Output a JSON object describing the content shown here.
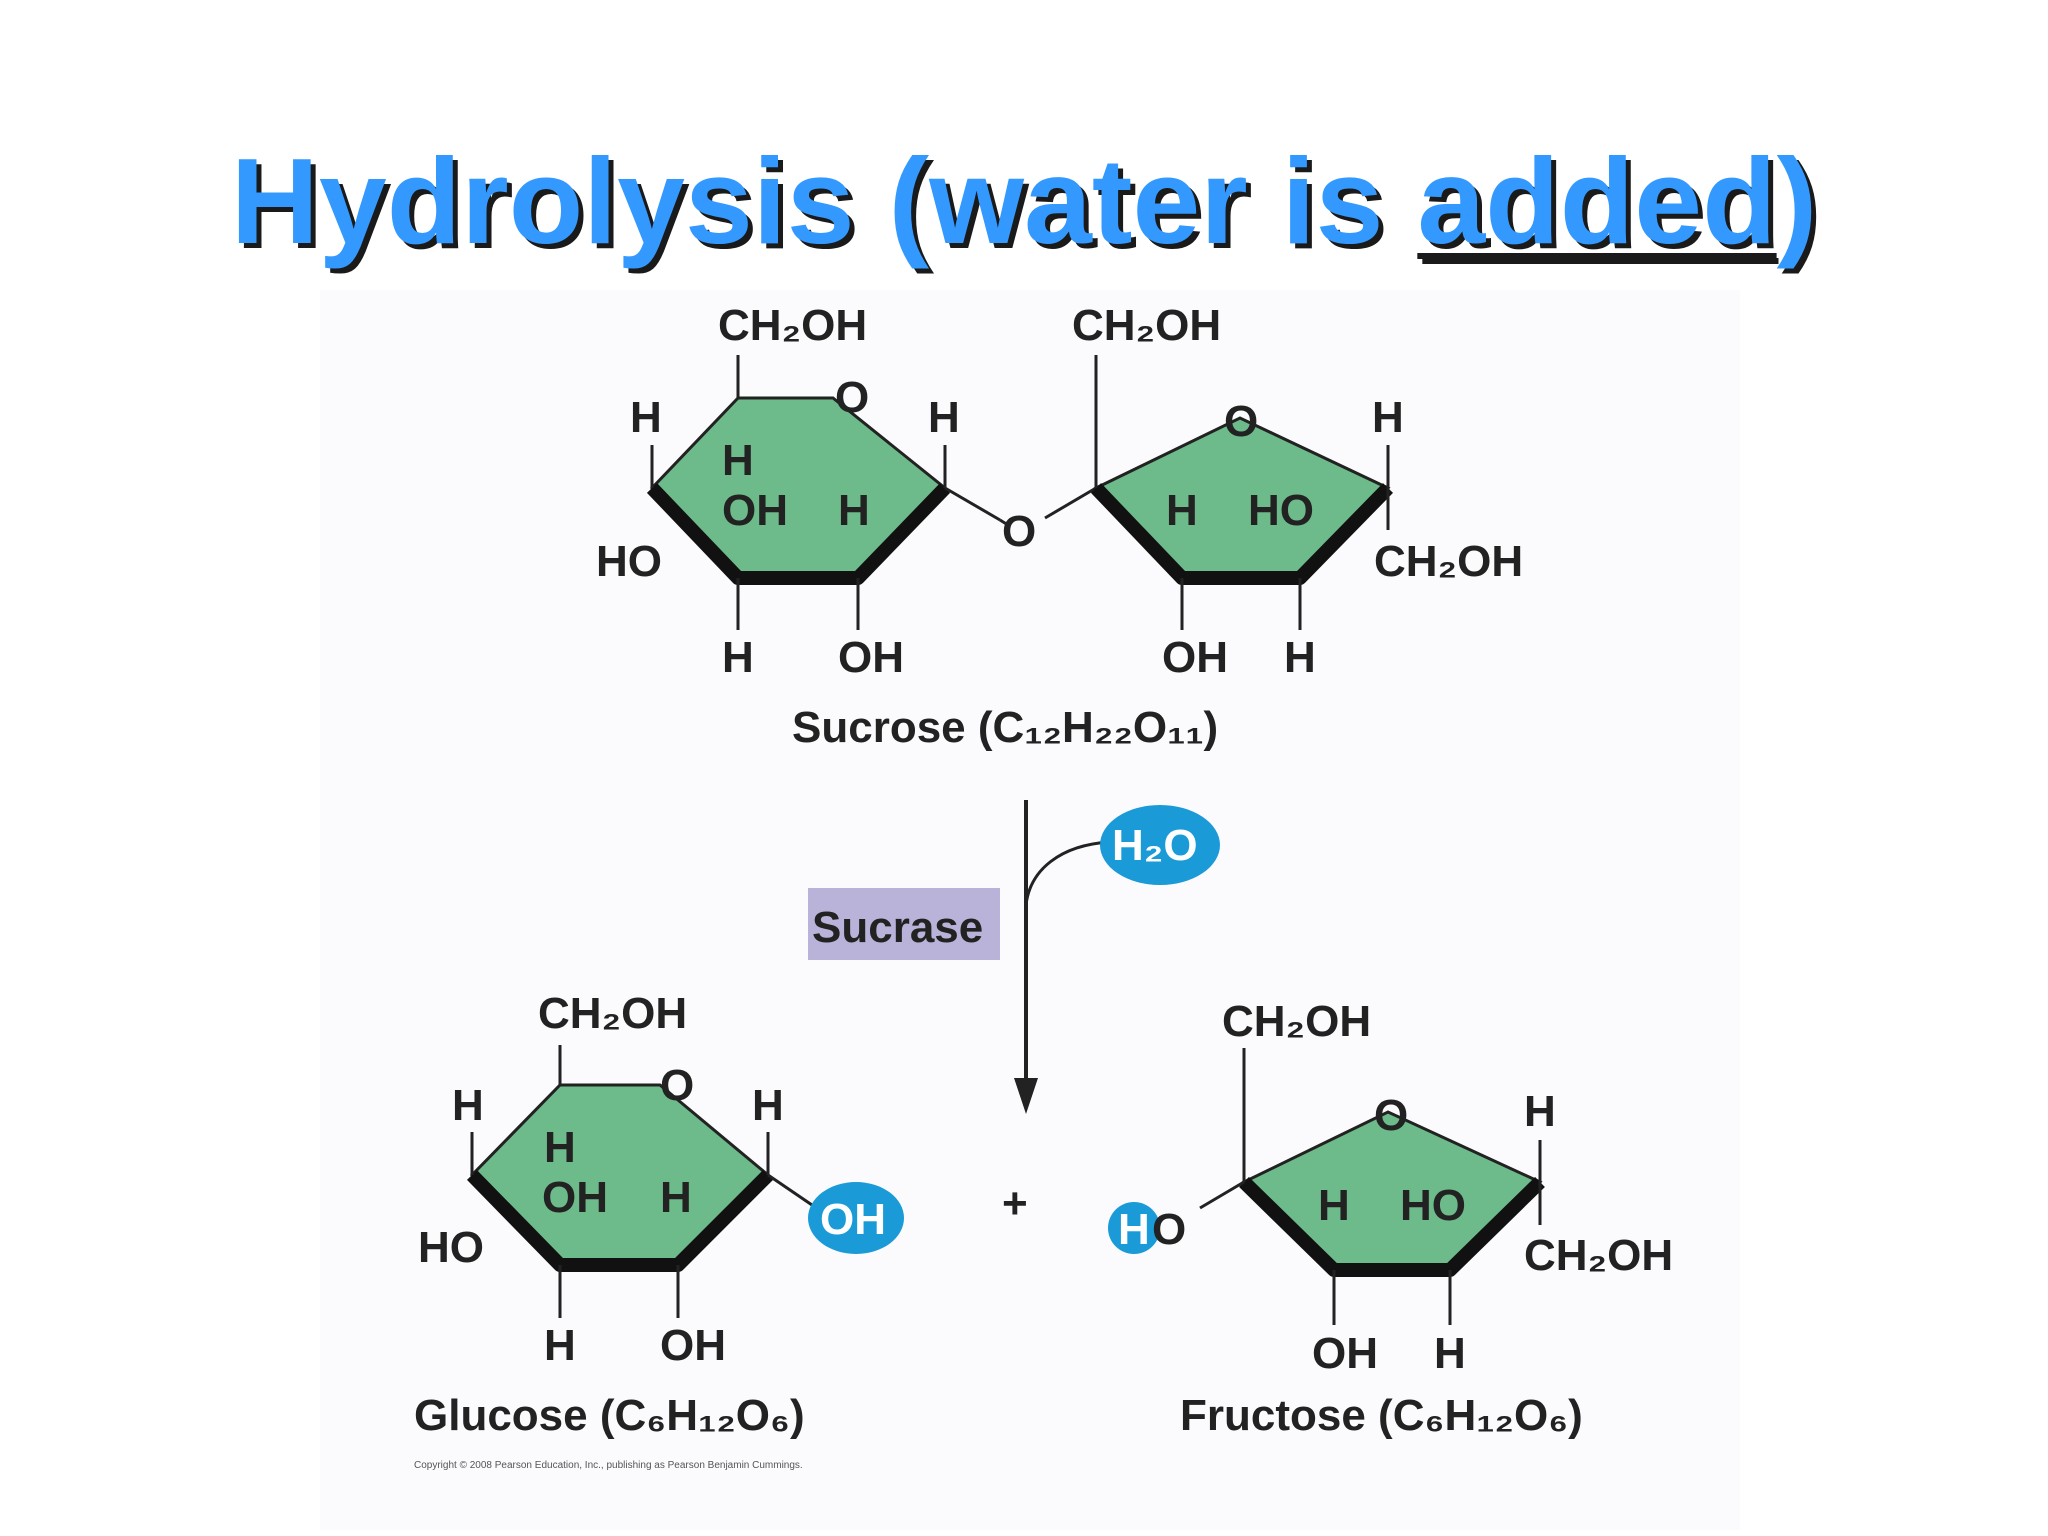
{
  "title": {
    "main": "Hydrolysis (water is ",
    "underlined": "added",
    "close": ")"
  },
  "colors": {
    "title": "#3399ff",
    "ring_fill": "#6dbb8a",
    "water_bubble": "#1b9ad8",
    "enzyme_box": "#b9b3d9"
  },
  "sucrose": {
    "glucose_ring": {
      "top_group": "CH₂OH",
      "ring_o": "O",
      "h_left": "H",
      "h_right": "H",
      "h_inner": "H",
      "oh_inner": "OH",
      "h_inner2": "H",
      "ho_left": "HO",
      "h_bottom": "H",
      "oh_bottom": "OH"
    },
    "bridge_o": "O",
    "fructose_ring": {
      "top_group": "CH₂OH",
      "ring_o": "O",
      "h_right": "H",
      "h_inner": "H",
      "ho_inner": "HO",
      "ch2oh_right": "CH₂OH",
      "oh_bottom": "OH",
      "h_bottom": "H"
    },
    "caption": "Sucrose (C₁₂H₂₂O₁₁)"
  },
  "reaction": {
    "water": "H₂O",
    "enzyme": "Sucrase",
    "plus": "+"
  },
  "glucose": {
    "top_group": "CH₂OH",
    "ring_o": "O",
    "h_left": "H",
    "h_right": "H",
    "h_inner": "H",
    "oh_inner": "OH",
    "h_inner2": "H",
    "ho_left": "HO",
    "h_bottom": "H",
    "oh_bottom": "OH",
    "oh_added": "OH",
    "caption": "Glucose (C₆H₁₂O₆)"
  },
  "fructose": {
    "top_group": "CH₂OH",
    "ring_o": "O",
    "h_right": "H",
    "h_inner": "H",
    "ho_inner": "HO",
    "ch2oh_right": "CH₂OH",
    "oh_bottom": "OH",
    "h_bottom": "H",
    "h_added": "H",
    "o_added": "O",
    "caption": "Fructose  (C₆H₁₂O₆)"
  },
  "copyright": "Copyright © 2008 Pearson Education, Inc., publishing as Pearson Benjamin Cummings."
}
